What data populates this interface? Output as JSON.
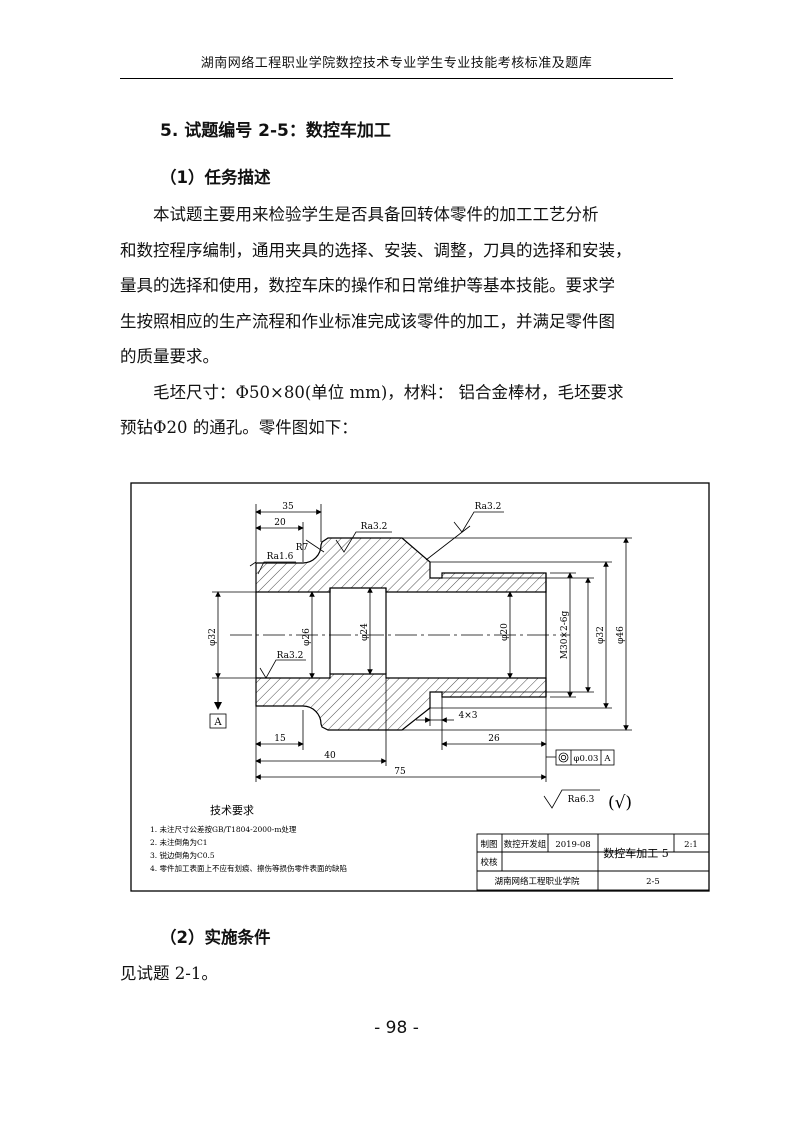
{
  "header": {
    "title": "湖南网络工程职业学院数控技术专业学生专业技能考核标准及题库"
  },
  "section": {
    "title": "5. 试题编号 2-5：数控车加工"
  },
  "task": {
    "heading": "（1）任务描述",
    "lines": [
      "本试题主要用来检验学生是否具备回转体零件的加工工艺分析",
      "和数控程序编制，通用夹具的选择、安装、调整，刀具的选择和安装，",
      "量具的选择和使用，数控车床的操作和日常维护等基本技能。要求学",
      "生按照相应的生产流程和作业标准完成该零件的加工，并满足零件图",
      "的质量要求。"
    ],
    "blank_lines": [
      "毛坯尺寸：Φ50×80(单位 mm)，材料： 铝合金棒材，毛坯要求",
      "预钻Φ20 的通孔。零件图如下："
    ]
  },
  "drawing": {
    "dims": {
      "d35": "35",
      "d20": "20",
      "r7": "R7",
      "ra32_top": "Ra3.2",
      "ra32_mid": "Ra3.2",
      "ra16": "Ra1.6",
      "ra32_bot": "Ra3.2",
      "phi32": "φ32",
      "phi26": "φ26",
      "phi24": "φ24",
      "phi20": "φ20",
      "m30": "M30×2-6g",
      "phi32b": "φ32",
      "phi46": "φ46",
      "d15": "15",
      "d40": "40",
      "d75": "75",
      "d26": "26",
      "groove": "4×3",
      "datum": "A",
      "tol_value": "φ0.03",
      "tol_datum": "A",
      "ra63": "Ra6.3",
      "ra_sym": "(√)"
    },
    "tech": {
      "title": "技术要求",
      "items": [
        "1. 未注尺寸公差按GB/T1804-2000-m处理",
        "2. 未注倒角为C1",
        "3. 锐边倒角为C0.5",
        "4. 零件加工表面上不应有划痕、擦伤等损伤零件表面的缺陷"
      ]
    },
    "title_block": {
      "draw_label": "制图",
      "group": "数控开发组",
      "date": "2019-08",
      "part_name": "数控车加工 5",
      "scale": "2:1",
      "check_label": "校核",
      "school": "湖南网络工程职业学院",
      "code": "2-5"
    }
  },
  "conditions": {
    "heading": "（2）实施条件",
    "text": "见试题 2-1。"
  },
  "page": {
    "number": "- 98 -"
  }
}
